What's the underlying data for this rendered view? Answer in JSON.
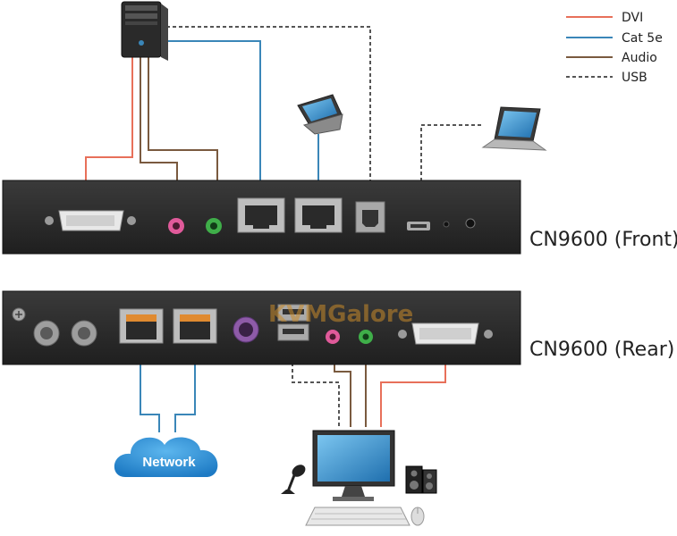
{
  "legend": [
    {
      "label": "DVI",
      "color": "#e8705a",
      "style": "solid"
    },
    {
      "label": "Cat 5e",
      "color": "#3a86b8",
      "style": "solid"
    },
    {
      "label": "Audio",
      "color": "#7a5a3f",
      "style": "solid"
    },
    {
      "label": "USB",
      "color": "#555555",
      "style": "dashed"
    }
  ],
  "devices": {
    "front_label": "CN9600 (Front)",
    "rear_label": "CN9600 (Rear)",
    "cloud_label": "Network",
    "watermark": "KVMGalore"
  },
  "colors": {
    "chassis": "#2c2c2c",
    "chassis_edge": "#141414",
    "port_green": "#3fae49",
    "port_pink": "#e05a9a",
    "cloud": "#2a8fd6"
  }
}
